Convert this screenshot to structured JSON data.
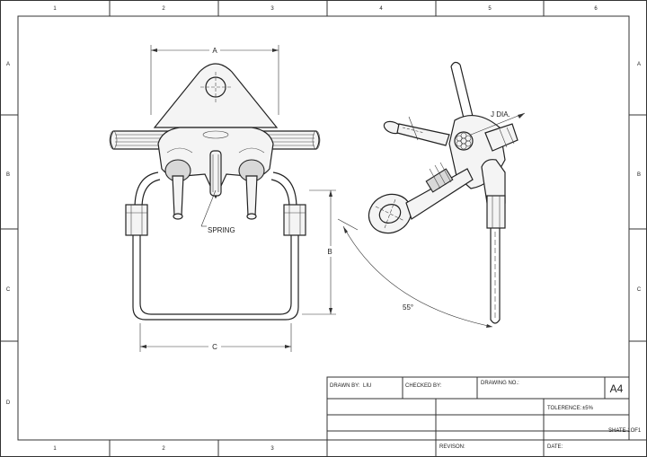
{
  "frame": {
    "columns": [
      "1",
      "2",
      "3",
      "4",
      "5",
      "6"
    ],
    "rows": [
      "A",
      "B",
      "C",
      "D"
    ]
  },
  "drawing": {
    "dim_a": "A",
    "dim_b": "B",
    "dim_c": "C",
    "dim_j": "J  DIA.",
    "spring_label": "SPRING",
    "angle_label": "55°"
  },
  "title_block": {
    "drawn_by_label": "DRAWN BY:",
    "drawn_by_value": "LIU",
    "checked_by_label": "CHECKED BY:",
    "drawing_no_label": "DRAWING NO.:",
    "sheet_size": "A4",
    "tolerance_label": "TOLERENCE:",
    "tolerance_value": "±5%",
    "sheet_label": "SHATE 1OF1",
    "revision_label": "REVISON:",
    "date_label": "DATE:"
  }
}
